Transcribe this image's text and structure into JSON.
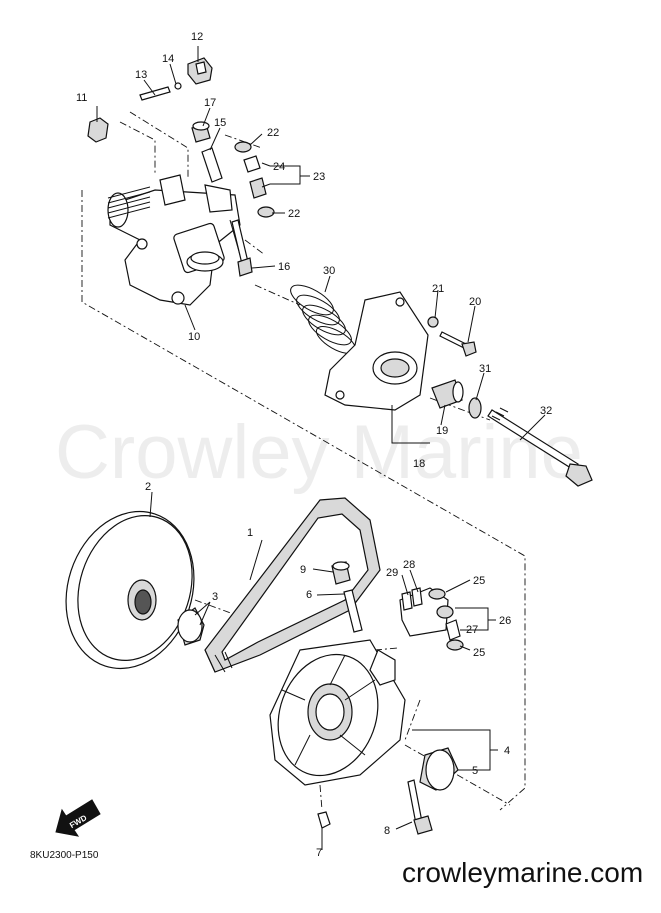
{
  "watermark": "Crowley Marine",
  "footer": {
    "url": "crowleymarine.com",
    "diagram_code": "8KU2300-P150"
  },
  "fwd_indicator": "FWD",
  "callouts": {
    "c1": "1",
    "c2": "2",
    "c3": "3",
    "c4": "4",
    "c5": "5",
    "c6": "6",
    "c7": "7",
    "c8": "8",
    "c9": "9",
    "c10": "10",
    "c11": "11",
    "c12": "12",
    "c13": "13",
    "c14": "14",
    "c15": "15",
    "c16": "16",
    "c17": "17",
    "c18": "18",
    "c19": "19",
    "c20": "20",
    "c21": "21",
    "c22a": "22",
    "c22b": "22",
    "c23": "23",
    "c24": "24",
    "c25a": "25",
    "c25b": "25",
    "c26": "26",
    "c27": "27",
    "c28": "28",
    "c29": "29",
    "c30": "30",
    "c31": "31",
    "c32": "32"
  }
}
